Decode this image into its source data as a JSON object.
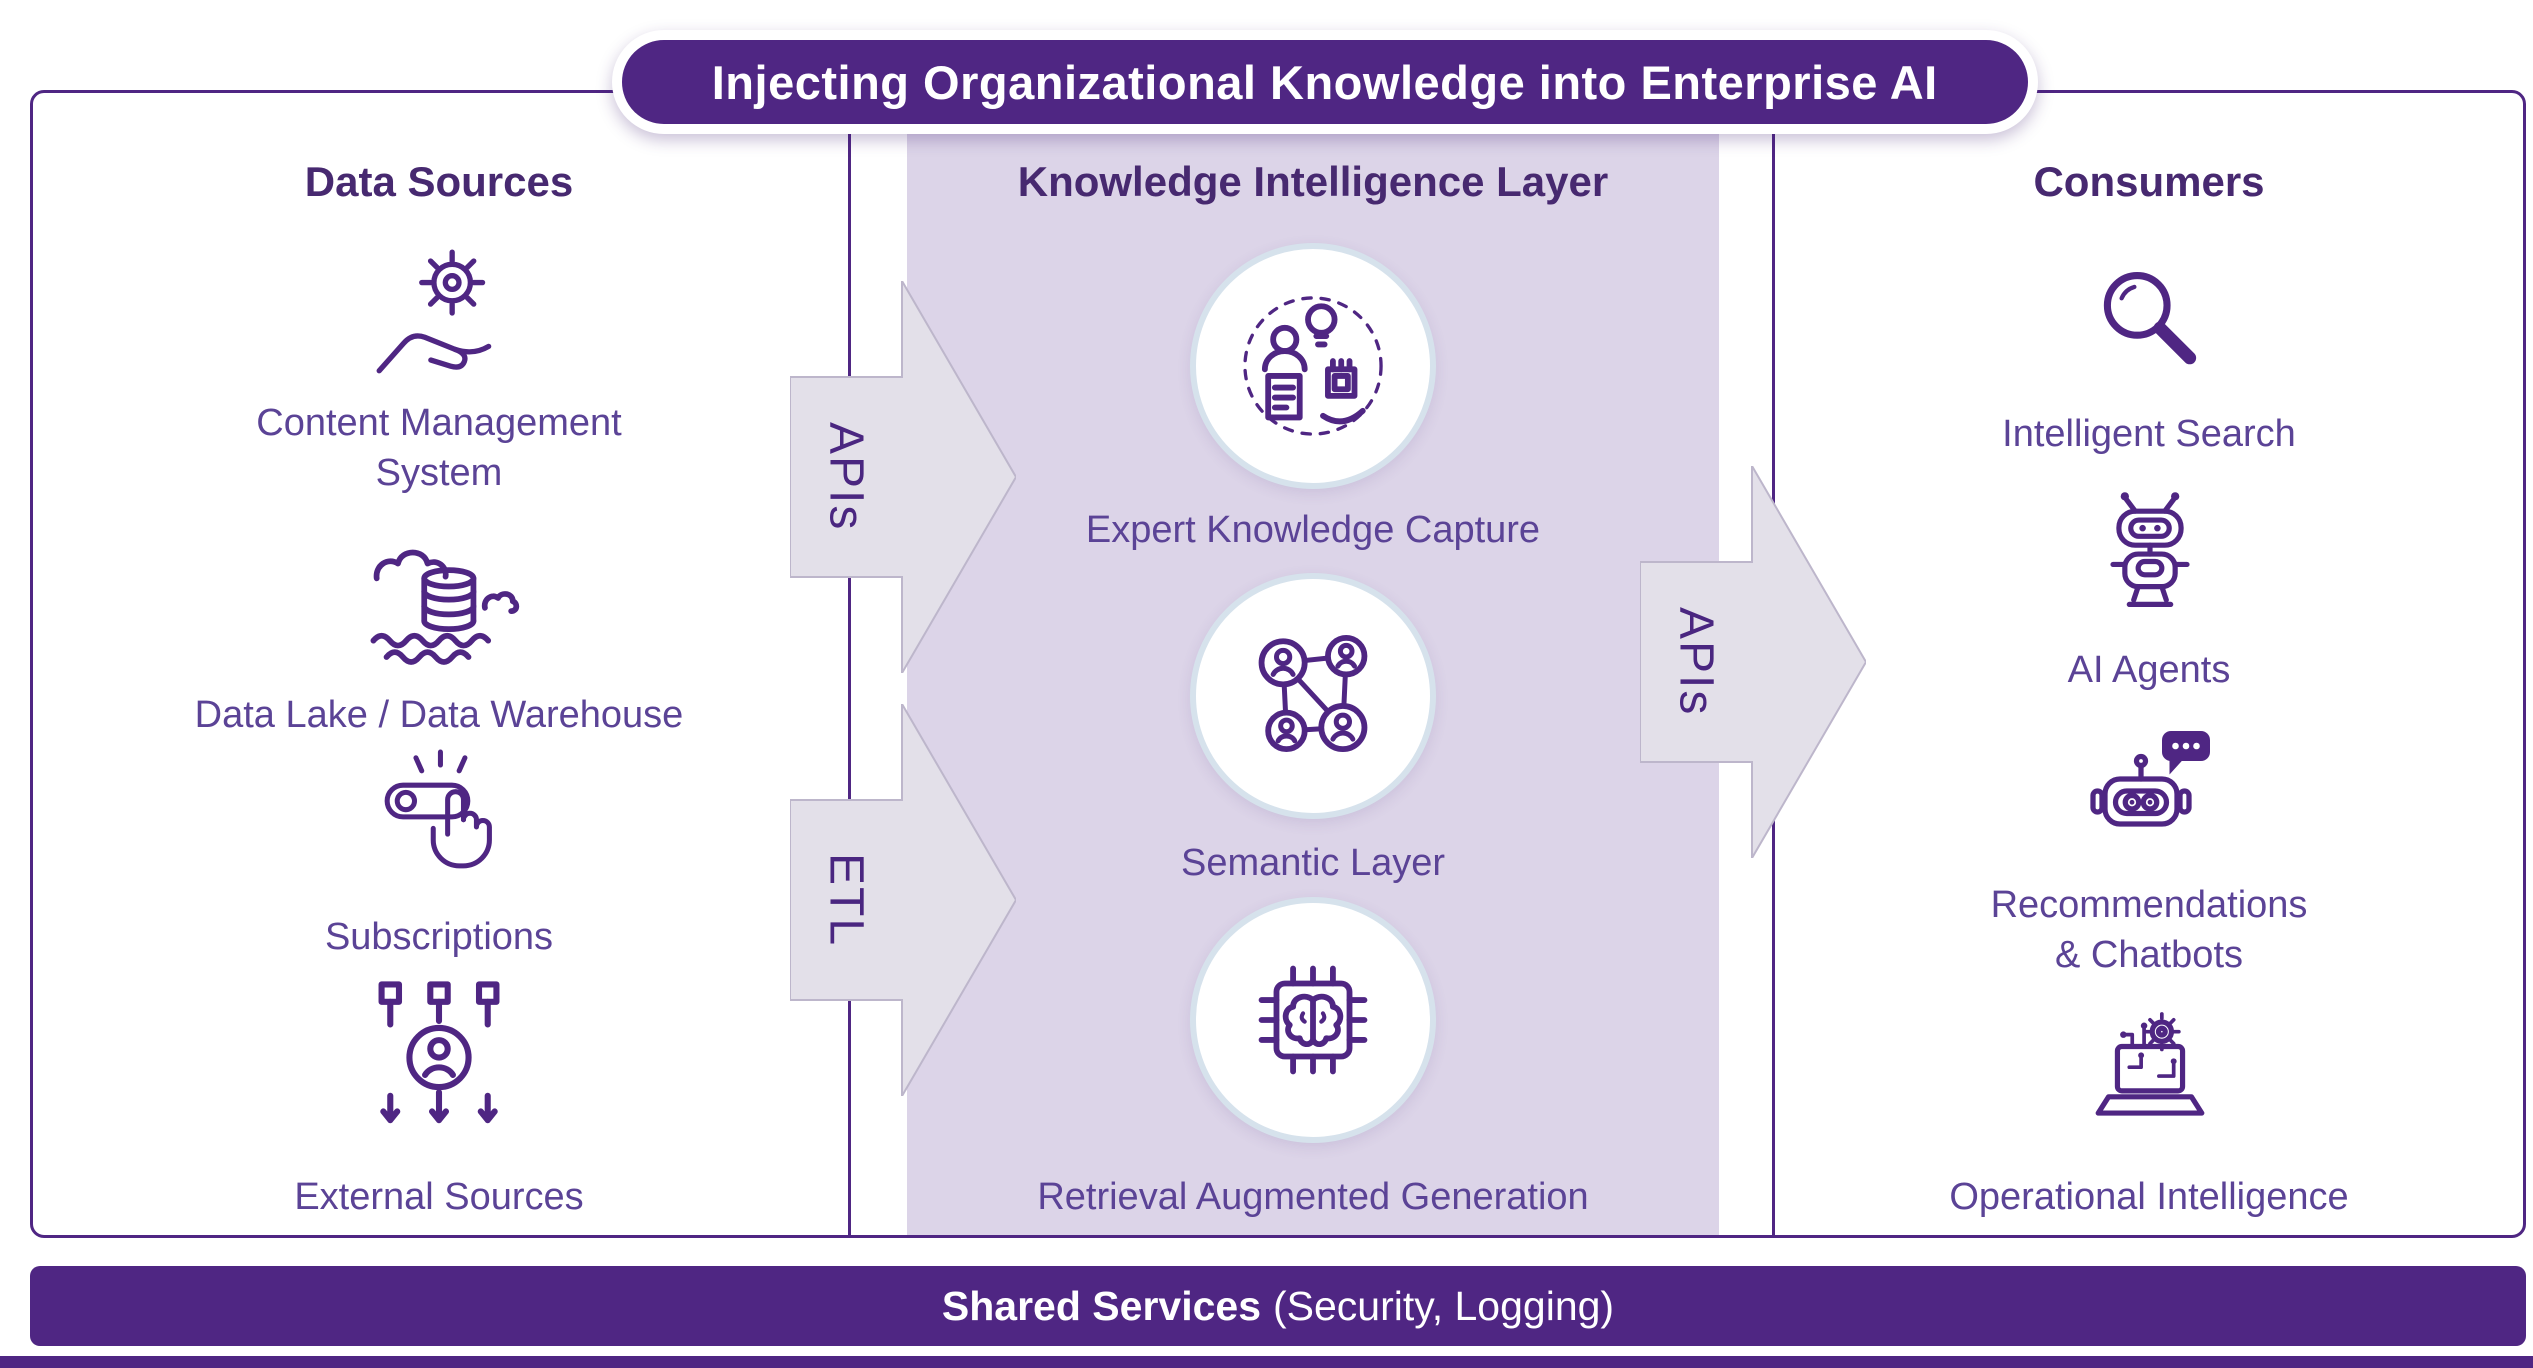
{
  "title": "Injecting Organizational Knowledge into Enterprise AI",
  "columns": {
    "data_sources": {
      "header": "Data Sources",
      "items": [
        {
          "icon": "gear-hand-icon",
          "label": "Content Management\nSystem"
        },
        {
          "icon": "data-lake-icon",
          "label": "Data Lake / Data Warehouse"
        },
        {
          "icon": "subscriptions-icon",
          "label": "Subscriptions"
        },
        {
          "icon": "external-sources-icon",
          "label": "External Sources"
        }
      ]
    },
    "knowledge_layer": {
      "header": "Knowledge Intelligence Layer",
      "items": [
        {
          "icon": "expert-knowledge-capture-icon",
          "label": "Expert Knowledge Capture"
        },
        {
          "icon": "semantic-layer-icon",
          "label": "Semantic Layer"
        },
        {
          "icon": "rag-brain-chip-icon",
          "label": "Retrieval Augmented Generation"
        }
      ]
    },
    "consumers": {
      "header": "Consumers",
      "items": [
        {
          "icon": "search-magnifier-icon",
          "label": "Intelligent Search"
        },
        {
          "icon": "ai-agent-robot-icon",
          "label": "AI Agents"
        },
        {
          "icon": "chatbot-icon",
          "label": "Recommendations\n& Chatbots"
        },
        {
          "icon": "operational-intelligence-icon",
          "label": "Operational Intelligence"
        }
      ]
    }
  },
  "arrows": [
    {
      "id": "apis-left",
      "label": "APIs"
    },
    {
      "id": "etl",
      "label": "ETL"
    },
    {
      "id": "apis-right",
      "label": "APIs"
    }
  ],
  "footer": {
    "bold": "Shared Services",
    "rest": "(Security, Logging)"
  },
  "colors": {
    "primary": "#4F2683",
    "panel_fill": "#DCD4E8",
    "arrow_fill": "#E3E0E9",
    "circle_border": "#D6E2EC",
    "label_text": "#5B4396"
  }
}
